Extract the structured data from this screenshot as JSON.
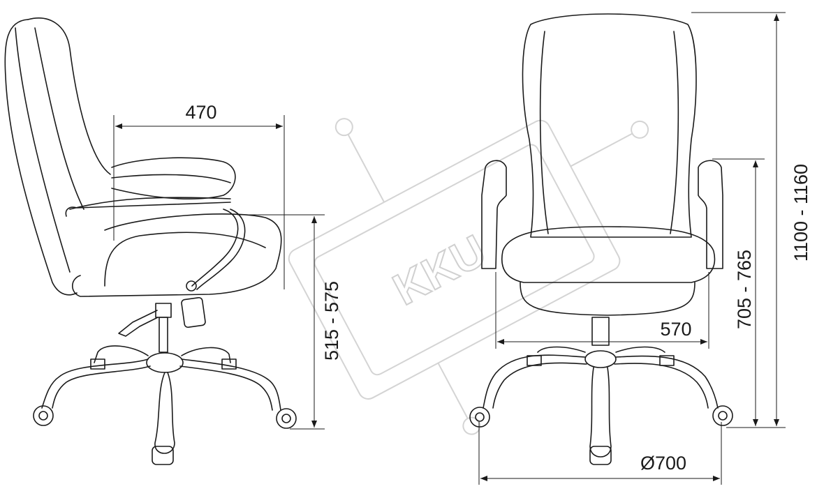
{
  "diagram": {
    "watermark_logo": "KKU",
    "dimensions": {
      "seat_depth": "470",
      "seat_height": "515 - 575",
      "armrest_width": "570",
      "armrest_height": "705 - 765",
      "total_height": "1100 - 1160",
      "base_diameter": "Ø700"
    },
    "line_color": "#1a1a1a",
    "watermark_color": "#d4d4d4"
  }
}
